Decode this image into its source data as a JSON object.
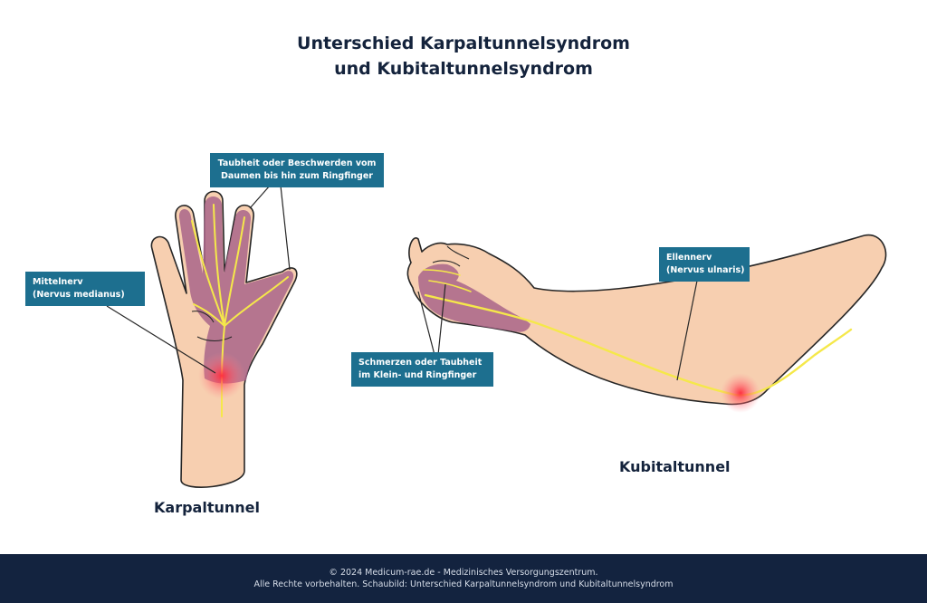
{
  "title": {
    "line1": "Unterschied Karpaltunnelsyndrom",
    "line2": "und Kubitaltunnelsyndrom"
  },
  "hand_diagram": {
    "label": "Karpaltunnel",
    "callout_symptom": {
      "line1": "Taubheit oder Beschwerden vom",
      "line2": "Daumen bis hin zum Ringfinger"
    },
    "callout_nerve": {
      "line1": "Mittelnerv",
      "line2": "(Nervus medianus)"
    }
  },
  "arm_diagram": {
    "label": "Kubitaltunnel",
    "callout_nerve": {
      "line1": "Ellennerv",
      "line2": "(Nervus ulnaris)"
    },
    "callout_symptom": {
      "line1": "Schmerzen oder Taubheit",
      "line2": "im Klein- und Ringfinger"
    }
  },
  "footer": {
    "line1": "© 2024 Medicum-rae.de -  Medizinisches Versorgungszentrum.",
    "line2": "Alle Rechte vorbehalten. Schaubild: Unterschied Karpaltunnelsyndrom und Kubitaltunnelsyndrom"
  },
  "colors": {
    "skin": "#f7cfb0",
    "skin_outline": "#262626",
    "affected_area": "#a9658a",
    "nerve": "#f5e84a",
    "inflammation": "#ff2a3a",
    "callout_bg": "#1d6f8f",
    "title_text": "#14233c",
    "footer_bg": "#13233f"
  }
}
